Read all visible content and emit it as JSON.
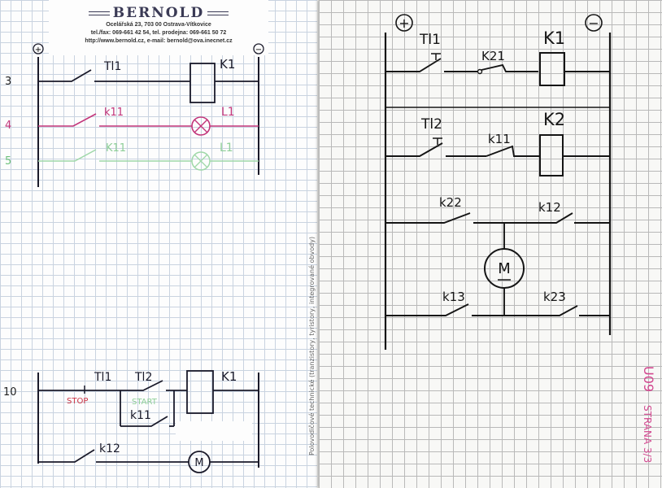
{
  "header": {
    "brand": "BERNOLD",
    "address": "Ocelářská 23, 703 00 Ostrava-Vítkovice",
    "phone": "tel./fax: 069-661 42 54, tel. prodejna: 069-661 50 72",
    "web": "http://www.bernold.cz, e-mail: bernold@ova.inecnet.cz"
  },
  "left_sheet": {
    "terminal_plus": "+",
    "terminal_minus": "−",
    "row_3": {
      "number": "3",
      "switch": "Tl1",
      "coil": "K1"
    },
    "row_4": {
      "number": "4",
      "contact": "k11",
      "lamp": "L1"
    },
    "row_5": {
      "number": "5",
      "contact": "K11",
      "lamp": "L1"
    },
    "row_10": {
      "number": "10",
      "switch_stop": "Tl1",
      "switch_start": "Tl2",
      "coil": "K1",
      "stop_label": "STOP",
      "start_label": "START",
      "hold_contact": "k11"
    },
    "row_11": {
      "contact": "k12",
      "motor": "M"
    }
  },
  "binding_text": "Polovodičové technické (tranzistory, tyristory, integrované obvody)",
  "right_sheet": {
    "terminal_plus": "+",
    "terminal_minus": "−",
    "rung_1": {
      "switch": "Tl1",
      "contact": "K21",
      "coil": "K1"
    },
    "rung_2": {
      "switch": "Tl2",
      "contact": "k11",
      "coil": "K2"
    },
    "rung_3": {
      "contact_left": "k22",
      "contact_right": "k12"
    },
    "motor": "M",
    "rung_4": {
      "contact_left": "k13",
      "contact_right": "k23"
    },
    "side_note_1": "U09",
    "side_note_2": "STRANA 3/3"
  },
  "colors": {
    "ink": "#1a1a1a",
    "pink": "#c2357a",
    "green": "#9fd8a8",
    "red": "#cc3344"
  }
}
